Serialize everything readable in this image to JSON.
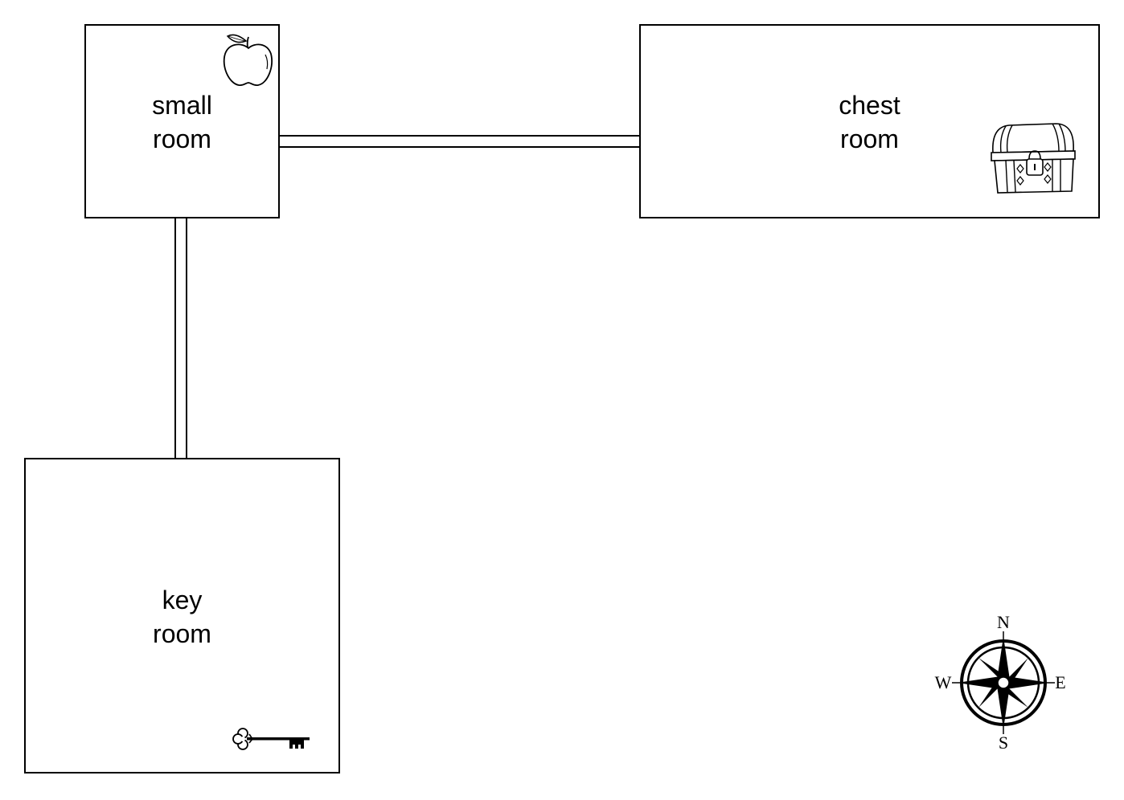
{
  "rooms": {
    "small": {
      "line1": "small",
      "line2": "room",
      "item": "apple-icon"
    },
    "chest": {
      "line1": "chest",
      "line2": "room",
      "item": "treasure-chest-icon"
    },
    "key": {
      "line1": "key",
      "line2": "room",
      "item": "key-icon"
    }
  },
  "corridors": [
    {
      "from": "small room",
      "to": "chest room",
      "direction": "east"
    },
    {
      "from": "small room",
      "to": "key room",
      "direction": "south"
    }
  ],
  "compass": {
    "north": "N",
    "east": "E",
    "south": "S",
    "west": "W"
  }
}
